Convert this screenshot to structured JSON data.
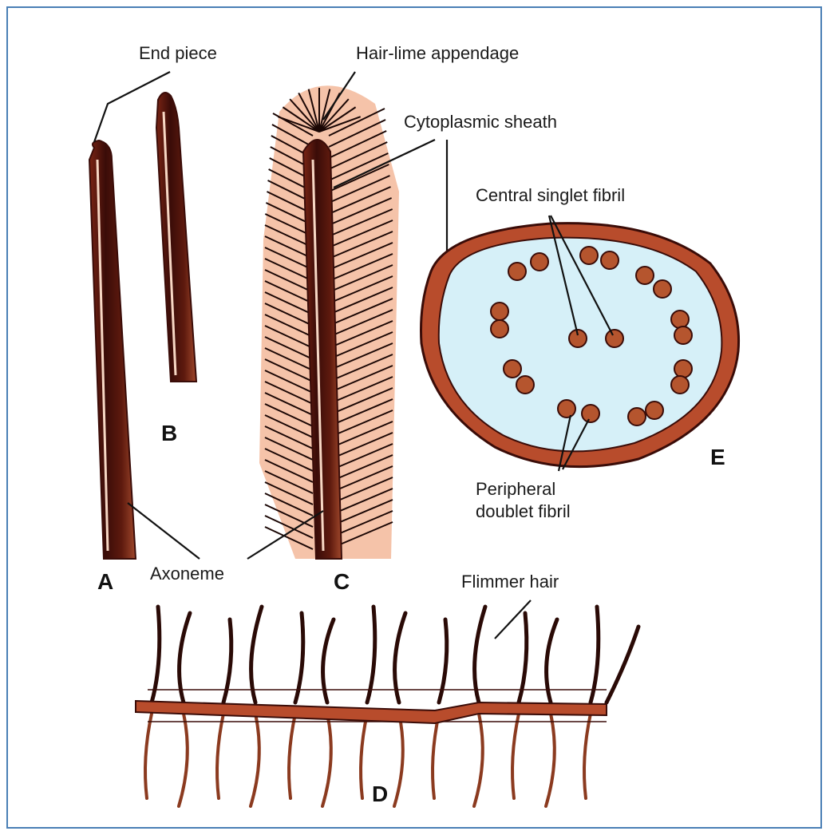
{
  "labels": {
    "end_piece": "End piece",
    "hair_lime_appendage": "Hair-lime appendage",
    "cytoplasmic_sheath": "Cytoplasmic sheath",
    "central_singlet_fibril": "Central singlet fibril",
    "peripheral": "Peripheral",
    "doublet_fibril": "doublet fibril",
    "axoneme": "Axoneme",
    "flimmer_hair": "Flimmer hair"
  },
  "panels": {
    "a": "A",
    "b": "B",
    "c": "C",
    "d": "D",
    "e": "E"
  },
  "colors": {
    "flagellum_dark": "#3a0c08",
    "flagellum_mid": "#8b2a1a",
    "sheath_fill": "#f3b89a",
    "cross_section_fill": "#d6f0f8",
    "fibril_fill": "#b5552e",
    "frame_border": "#4a7fb5"
  }
}
